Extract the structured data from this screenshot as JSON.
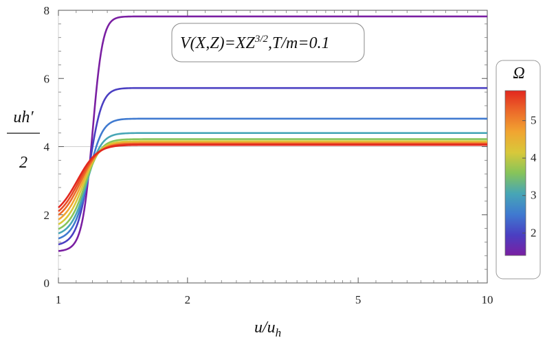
{
  "chart_data": {
    "type": "line",
    "x_scale": "log",
    "xlim": [
      1,
      10
    ],
    "ylim": [
      0,
      8
    ],
    "x_ticks": [
      1,
      2,
      5,
      10
    ],
    "y_ticks": [
      0,
      2,
      4,
      6,
      8
    ],
    "grid": "reference lines at x=1 and y=4",
    "xlabel": "u/u_h",
    "xlabel_main": "u/u",
    "xlabel_sub": "h",
    "ylabel_top": "uh′",
    "ylabel_bottom": "2",
    "annotation": "V(X,Z)=XZ^{3/2},T/m=0.1",
    "annotation_parts": {
      "a": "V(X,Z)=XZ",
      "sup": "3/2",
      "b": ",T/m=0.1"
    },
    "legend": {
      "title": "Ω",
      "placement": "right",
      "range": [
        1.4,
        5.8
      ],
      "ticks": [
        2,
        3,
        4,
        5
      ],
      "colors": [
        "#7a1fa2",
        "#4a3fc2",
        "#3f7ad0",
        "#47a6b6",
        "#86c45a",
        "#d8c83a",
        "#f1a531",
        "#ec6a2a",
        "#e2281f"
      ]
    },
    "series": [
      {
        "omega": 1.4,
        "color": "#7a1fa2",
        "y_start": 0.92,
        "y_plateau": 7.82,
        "x_mid": 1.2,
        "k": 30
      },
      {
        "omega": 1.9,
        "color": "#4a3fc2",
        "y_start": 1.08,
        "y_plateau": 5.72,
        "x_mid": 1.18,
        "k": 25
      },
      {
        "omega": 2.4,
        "color": "#3f7ad0",
        "y_start": 1.22,
        "y_plateau": 4.82,
        "x_mid": 1.17,
        "k": 22
      },
      {
        "omega": 2.9,
        "color": "#47a6b6",
        "y_start": 1.35,
        "y_plateau": 4.4,
        "x_mid": 1.16,
        "k": 21
      },
      {
        "omega": 3.4,
        "color": "#86c45a",
        "y_start": 1.45,
        "y_plateau": 4.22,
        "x_mid": 1.15,
        "k": 20
      },
      {
        "omega": 3.9,
        "color": "#d8c83a",
        "y_start": 1.55,
        "y_plateau": 4.16,
        "x_mid": 1.14,
        "k": 19
      },
      {
        "omega": 4.4,
        "color": "#f1a531",
        "y_start": 1.64,
        "y_plateau": 4.12,
        "x_mid": 1.13,
        "k": 18
      },
      {
        "omega": 4.9,
        "color": "#ec6a2a",
        "y_start": 1.72,
        "y_plateau": 4.09,
        "x_mid": 1.12,
        "k": 17
      },
      {
        "omega": 5.4,
        "color": "#e84a25",
        "y_start": 1.78,
        "y_plateau": 4.07,
        "x_mid": 1.11,
        "k": 16.5
      },
      {
        "omega": 5.8,
        "color": "#e2281f",
        "y_start": 1.84,
        "y_plateau": 4.05,
        "x_mid": 1.1,
        "k": 16
      }
    ]
  }
}
